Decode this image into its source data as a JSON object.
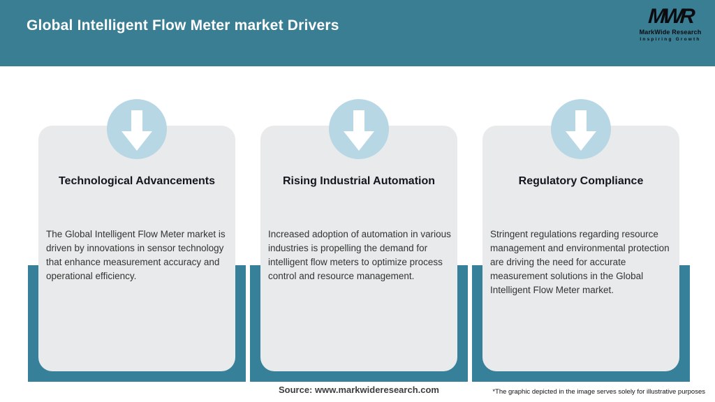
{
  "header": {
    "title": "Global Intelligent Flow Meter market Drivers",
    "logo": {
      "mark": "MWR",
      "name": "MarkWide Research",
      "tagline": "Inspiring Growth"
    }
  },
  "cards": [
    {
      "title": "Technological Advancements",
      "body": "The Global Intelligent Flow Meter market is driven by innovations in sensor technology that enhance measurement accuracy and operational efficiency."
    },
    {
      "title": "Rising Industrial Automation",
      "body": "Increased adoption of automation in various industries is propelling the demand for intelligent flow meters to optimize process control and resource management."
    },
    {
      "title": "Regulatory Compliance",
      "body": "Stringent regulations regarding resource management and environmental protection are driving the need for accurate measurement solutions in the Global Intelligent Flow Meter market."
    }
  ],
  "footer": {
    "source": "Source: www.markwideresearch.com",
    "disclaimer": "*The graphic depicted in the image serves solely for illustrative purposes"
  },
  "colors": {
    "header_bg": "#3A7E94",
    "ribbon": "#37809A",
    "card_bg": "#E8EAEB",
    "circle": "#B7D7E4",
    "arrow": "#FFFFFF",
    "title_text": "#15151F",
    "body_text": "#333333",
    "header_text": "#FFFFFF",
    "logo_text": "#0B0B10"
  }
}
